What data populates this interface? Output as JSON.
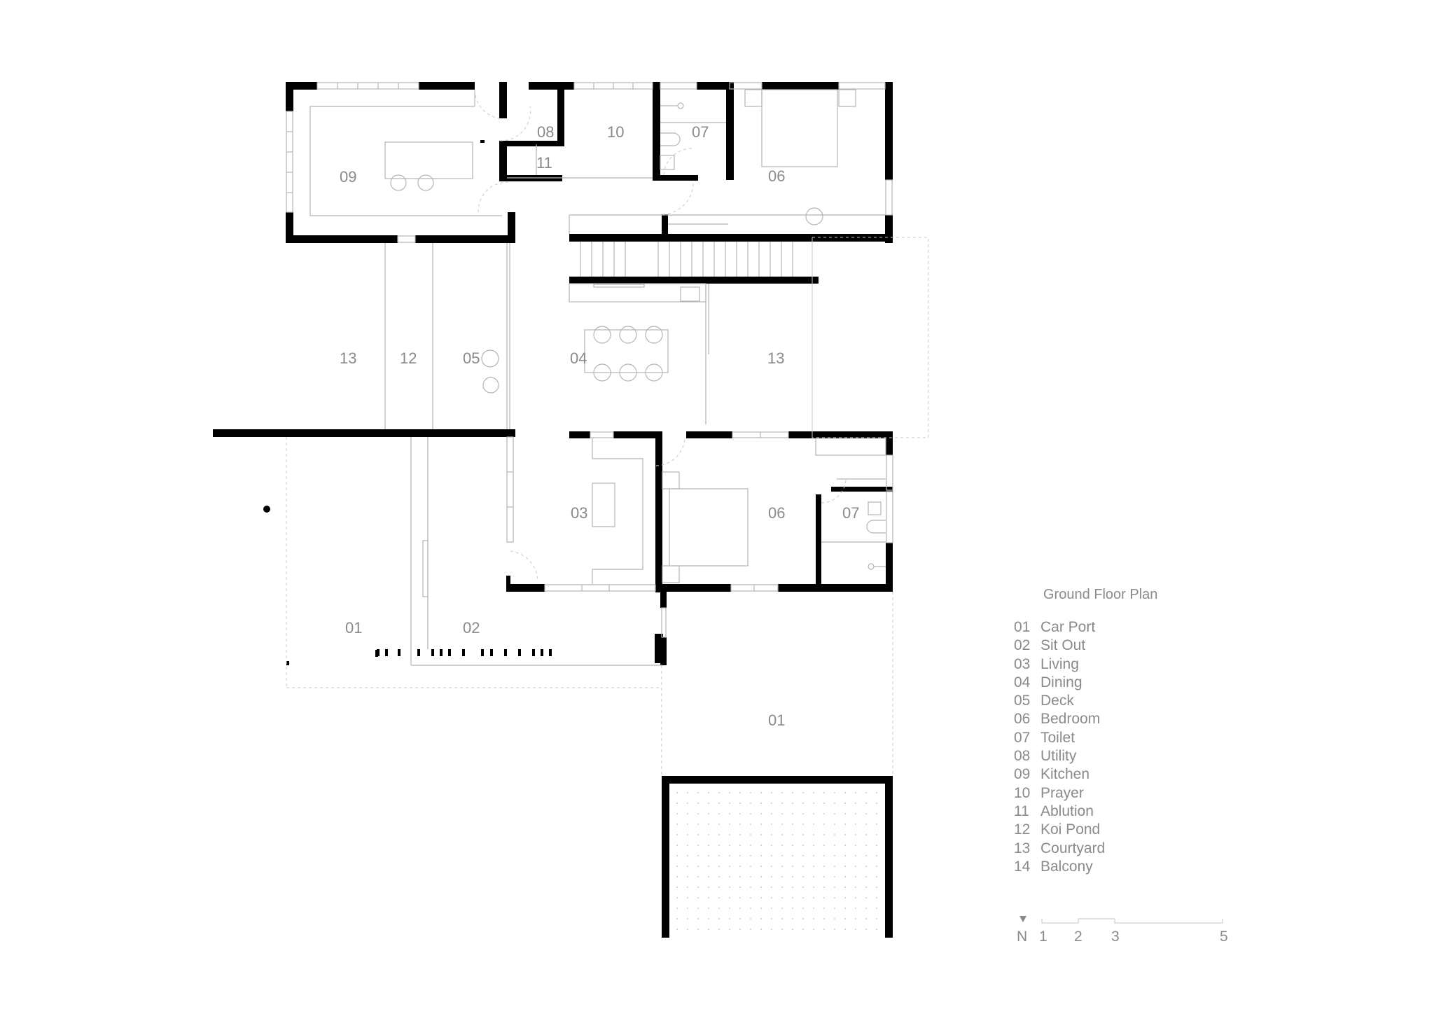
{
  "drawing": {
    "title": "Ground Floor Plan",
    "wall_color": "#000000",
    "line_color": "#9a9a9a",
    "text_color": "#8a8a8a"
  },
  "legend": {
    "title": "Ground Floor Plan",
    "items": [
      {
        "num": "01",
        "label": "Car Port"
      },
      {
        "num": "02",
        "label": "Sit Out"
      },
      {
        "num": "03",
        "label": "Living"
      },
      {
        "num": "04",
        "label": "Dining"
      },
      {
        "num": "05",
        "label": "Deck"
      },
      {
        "num": "06",
        "label": "Bedroom"
      },
      {
        "num": "07",
        "label": "Toilet"
      },
      {
        "num": "08",
        "label": "Utility"
      },
      {
        "num": "09",
        "label": "Kitchen"
      },
      {
        "num": "10",
        "label": "Prayer"
      },
      {
        "num": "11",
        "label": "Ablution"
      },
      {
        "num": "12",
        "label": "Koi Pond"
      },
      {
        "num": "13",
        "label": "Courtyard"
      },
      {
        "num": "14",
        "label": "Balcony"
      }
    ]
  },
  "room_labels": {
    "kitchen": "09",
    "utility": "08",
    "ablution": "11",
    "prayer": "10",
    "toilet_top": "07",
    "bedroom_top": "06",
    "courtyard_left": "13",
    "koi_pond": "12",
    "deck": "05",
    "dining": "04",
    "courtyard_right": "13",
    "living": "03",
    "bedroom_bottom": "06",
    "toilet_bottom": "07",
    "carport_left": "01",
    "sitout": "02",
    "carport_right": "01"
  },
  "scale_bar": {
    "north_symbol": "▼",
    "north_label": "N",
    "ticks": [
      "1",
      "2",
      "3",
      "5"
    ]
  }
}
